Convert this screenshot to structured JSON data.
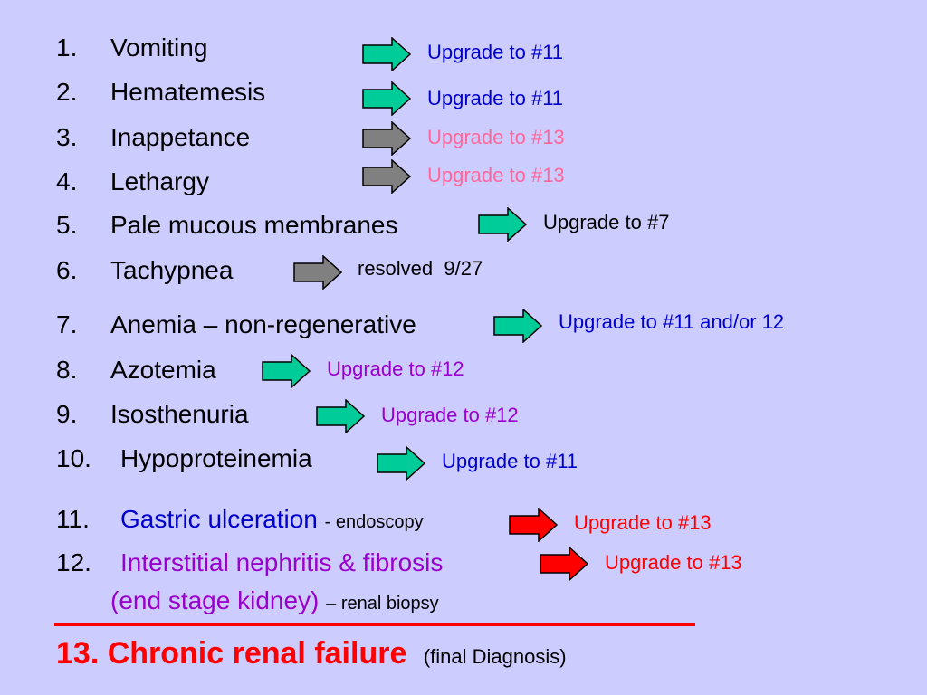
{
  "items": [
    {
      "num": "1.",
      "term": "Vomiting",
      "label": "Upgrade to #11"
    },
    {
      "num": "2.",
      "term": "Hematemesis",
      "label": "Upgrade to #11"
    },
    {
      "num": "3.",
      "term": "Inappetance",
      "label": "Upgrade to #13"
    },
    {
      "num": "4.",
      "term": "Lethargy",
      "label": "Upgrade to #13"
    },
    {
      "num": "5.",
      "term": "Pale mucous membranes",
      "label": "Upgrade to #7"
    },
    {
      "num": "6.",
      "term": "Tachypnea",
      "label": "resolved  9/27"
    },
    {
      "num": "7.",
      "term": "Anemia – non-regenerative",
      "label": "Upgrade to #11 and/or 12"
    },
    {
      "num": "8.",
      "term": "Azotemia",
      "label": "Upgrade to #12"
    },
    {
      "num": "9.",
      "term": "Isosthenuria",
      "label": "Upgrade to #12"
    },
    {
      "num": "10.",
      "term": "Hypoproteinemia",
      "label": "Upgrade to #11"
    },
    {
      "num": "11.",
      "term": "Gastric ulceration",
      "note": "- endoscopy",
      "label": "Upgrade to #13"
    },
    {
      "num": "12.",
      "term": "Interstitial nephritis & fibrosis",
      "label": "Upgrade to #13",
      "term2": "(end stage kidney)",
      "note2": "– renal biopsy"
    }
  ],
  "final": {
    "main": "13. Chronic renal failure",
    "sub": "(final Diagnosis)"
  },
  "colors": {
    "background": "#ccccff",
    "arrow_green": "#00cc99",
    "arrow_gray": "#808080",
    "arrow_red": "#ff0000",
    "label_blue": "#0000cc",
    "label_pink": "#ff6699",
    "label_black": "#000000",
    "label_purple": "#9900cc",
    "label_red": "#ff0000",
    "rule_red": "#ff0000"
  }
}
